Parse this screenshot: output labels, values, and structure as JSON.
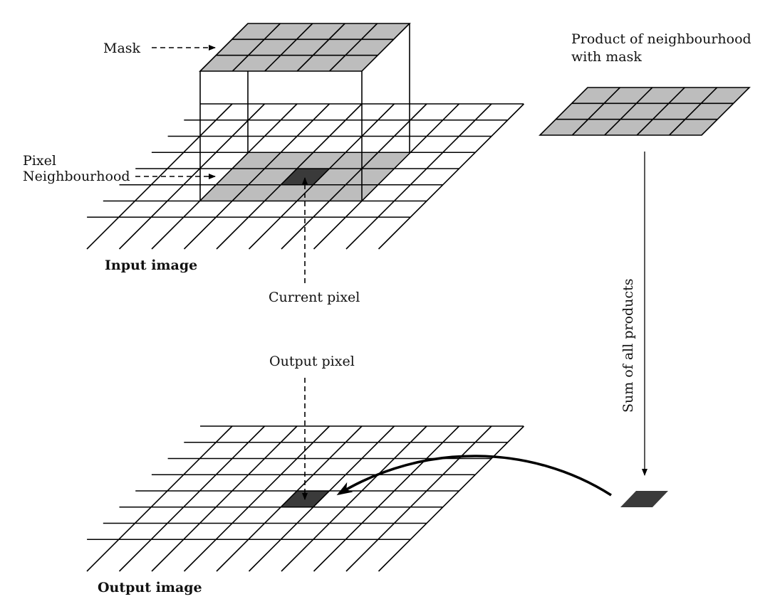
{
  "labels": {
    "mask": "Mask",
    "pixel": "Pixel",
    "neighbourhood": "Neighbourhood",
    "product_line1": "Product of neighbourhood",
    "product_line2": "with mask",
    "input_image": "Input image",
    "current_pixel": "Current pixel",
    "output_pixel": "Output pixel",
    "sum_of_products": "Sum of all products",
    "output_image": "Output image"
  },
  "colors": {
    "light_fill": "#bdbdbd",
    "dark_fill": "#3a3a3a",
    "stroke": "#000000"
  }
}
